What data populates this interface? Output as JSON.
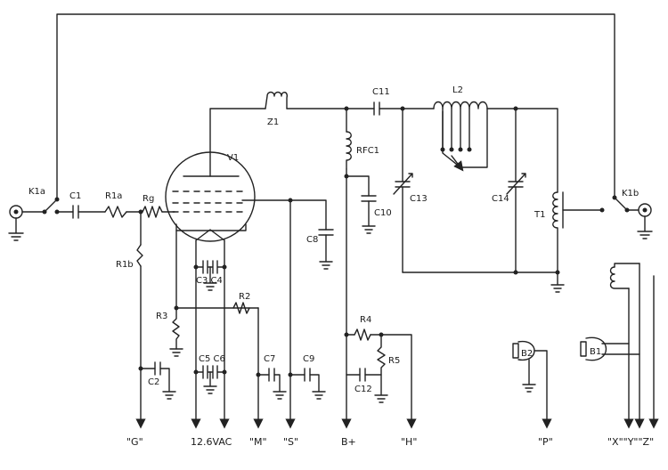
{
  "labels": {
    "k1a": "K1a",
    "c1": "C1",
    "r1a": "R1a",
    "rg": "Rg",
    "r1b": "R1b",
    "v1": "V1",
    "z1": "Z1",
    "c11": "C11",
    "l2": "L2",
    "rfc1": "RFC1",
    "c10": "C10",
    "c13": "C13",
    "c14": "C14",
    "t1": "T1",
    "k1b": "K1b",
    "c8": "C8",
    "c3c4": "C3 C4",
    "r2": "R2",
    "r3": "R3",
    "c5c6": "C5 C6",
    "c7": "C7",
    "c9": "C9",
    "c2": "C2",
    "r4": "R4",
    "r5": "R5",
    "c12": "C12",
    "b2": "B2",
    "b1": "B1"
  },
  "terminals": {
    "g": "\"G\"",
    "vac": "12.6VAC",
    "m": "\"M\"",
    "s": "\"S\"",
    "bplus": "B+",
    "h": "\"H\"",
    "p": "\"P\"",
    "xyz": "\"X\"\"Y\"\"Z\""
  }
}
